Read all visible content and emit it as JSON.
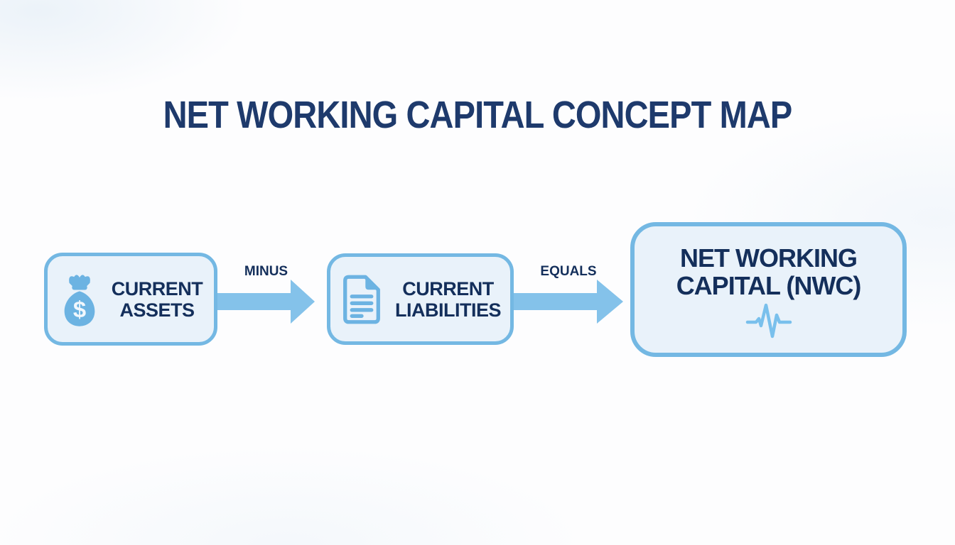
{
  "title": "NET WORKING CAPITAL CONCEPT MAP",
  "colors": {
    "title-navy": "#1e3a6c",
    "text-navy": "#142f5b",
    "node-fill": "#e9f2fa",
    "node-border": "#74b8e3",
    "arrow-blue": "#84c2ea",
    "icon-blue": "#6cb3e2",
    "pulse-blue": "#79c0ec",
    "background": "#fdfdfe"
  },
  "diagram": {
    "nodes": [
      {
        "id": "current-assets",
        "label_line1": "CURRENT",
        "label_line2": "ASSETS",
        "icon": "money-bag-icon"
      },
      {
        "id": "current-liabilities",
        "label_line1": "CURRENT",
        "label_line2": "LIABILITIES",
        "icon": "document-icon"
      },
      {
        "id": "net-working-capital",
        "label_line1": "NET WORKING",
        "label_line2": "CAPITAL (NWC)",
        "icon": "pulse-icon"
      }
    ],
    "connectors": [
      {
        "from": "current-assets",
        "to": "current-liabilities",
        "label": "MINUS"
      },
      {
        "from": "current-liabilities",
        "to": "net-working-capital",
        "label": "EQUALS"
      }
    ]
  }
}
